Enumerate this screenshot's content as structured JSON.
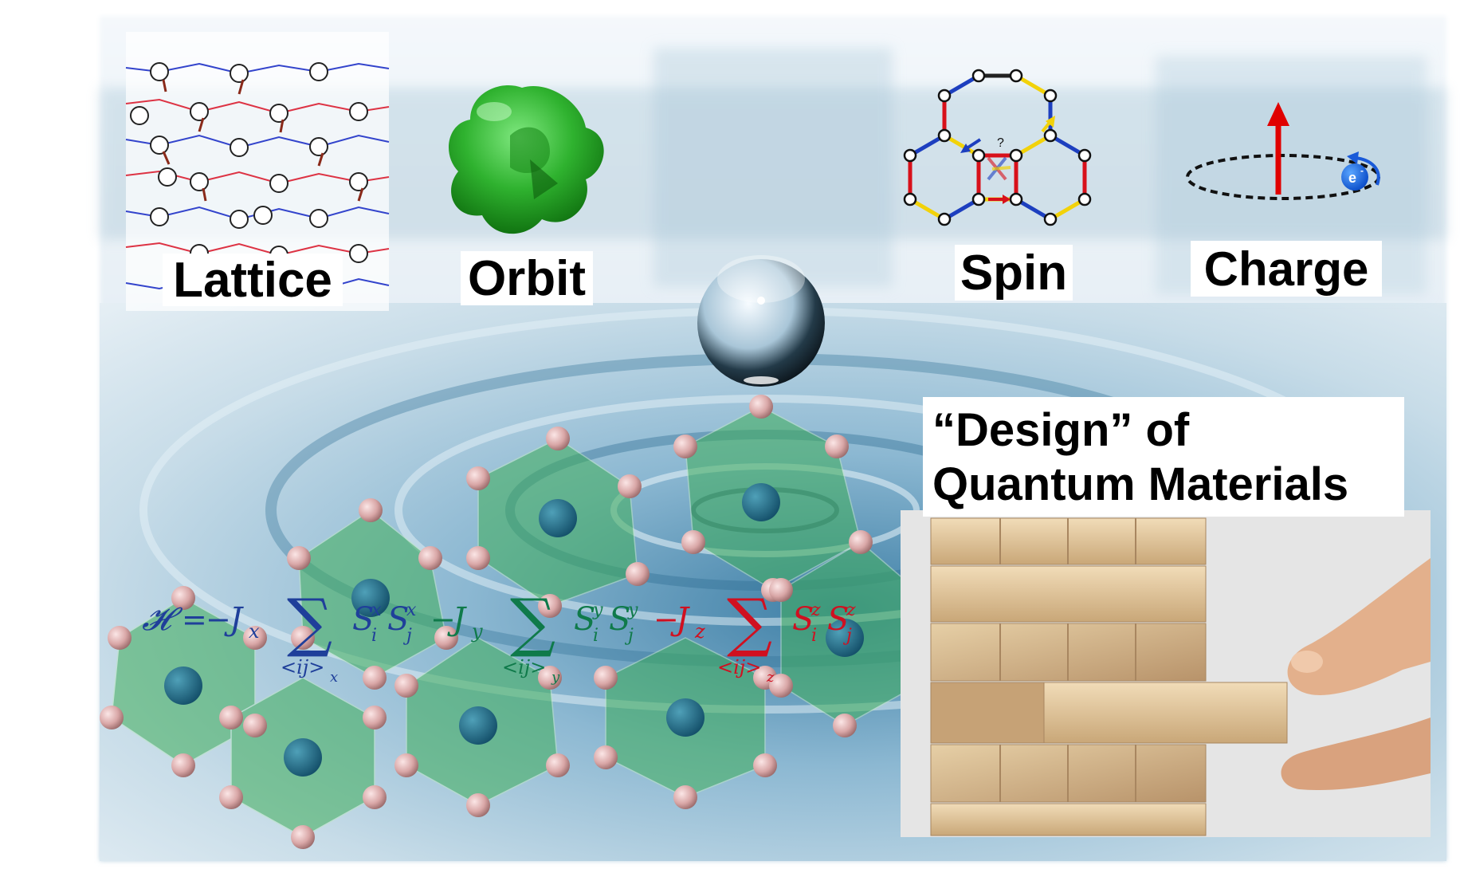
{
  "labels": {
    "lattice": "Lattice",
    "orbit": "Orbit",
    "spin": "Spin",
    "charge": "Charge",
    "title_line1": "“Design” of",
    "title_line2": "Quantum Materials"
  },
  "spin_question": "?",
  "electron_label": "e",
  "electron_charge": "-",
  "formula": {
    "hamiltonian": "𝓗",
    "equals": "=",
    "minus": "−",
    "coupling_x": "J",
    "coupling_x_sub": "x",
    "coupling_y": "J",
    "coupling_y_sub": "y",
    "coupling_z": "J",
    "coupling_z_sub": "z",
    "sum": "∑",
    "sum_x_index": "<ij>",
    "sum_x_sub": "x",
    "sum_y_index": "<ij>",
    "sum_y_sub": "y",
    "sum_z_index": "<ij>",
    "sum_z_sub": "z",
    "spin_op": "S",
    "sub_i": "i",
    "sub_j": "j",
    "sup_x": "x",
    "sup_y": "y",
    "sup_z": "z"
  },
  "colors": {
    "formula_x": "#1f3f9a",
    "formula_y": "#0f7a4a",
    "formula_z": "#d01020",
    "orbital_green": "#2fb22f",
    "water_blue": "#6ea3c2",
    "octahedra_green": "#3fae5a",
    "atom_pink": "#e8b8b8"
  }
}
